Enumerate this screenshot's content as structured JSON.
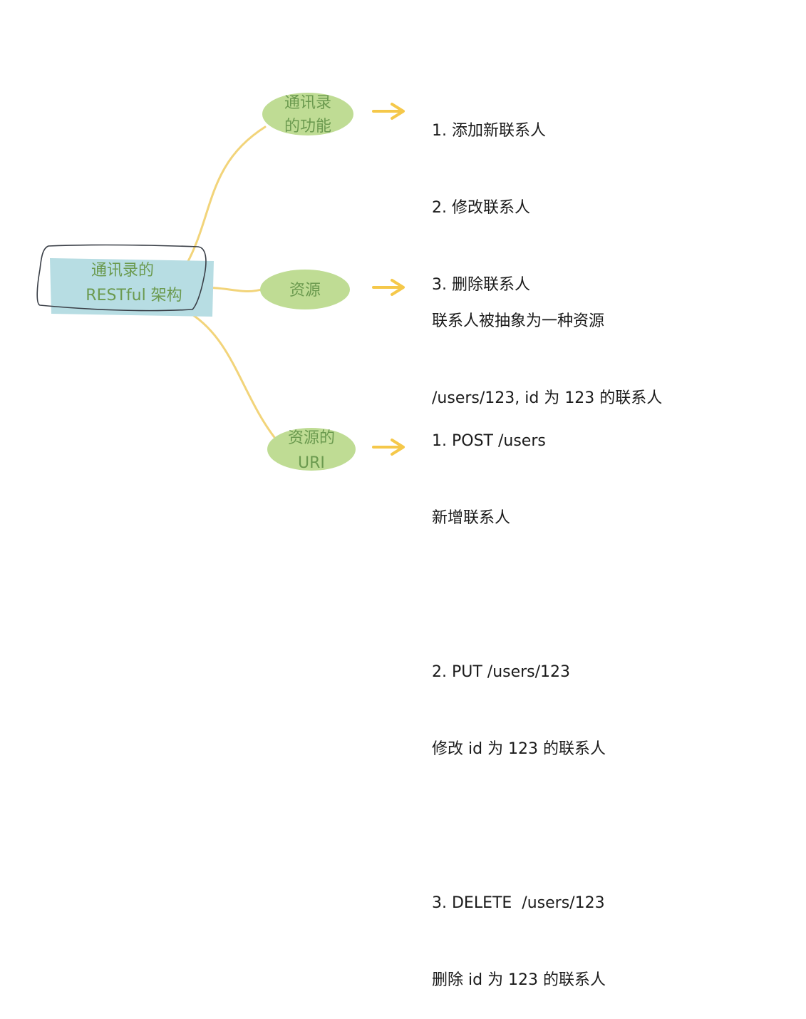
{
  "colors": {
    "root_fill": "#b7dde3",
    "root_outline": "#3a3f47",
    "branch_line": "#f2d47a",
    "node_fill": "#bfdc94",
    "node_text": "#6b9a4f",
    "arrow": "#f5c84a",
    "detail_text": "#1a1a1a"
  },
  "root": {
    "line1": "通讯录的",
    "line2": "RESTful 架构"
  },
  "branches": [
    {
      "label_lines": [
        "通讯录",
        "的功能"
      ],
      "details": [
        "1. 添加新联系人",
        "2. 修改联系人",
        "3. 删除联系人"
      ]
    },
    {
      "label_lines": [
        "资源"
      ],
      "details": [
        "联系人被抽象为一种资源",
        "/users/123, id 为 123 的联系人"
      ]
    },
    {
      "label_lines": [
        "资源的",
        "URI"
      ],
      "details": [
        "1. POST /users",
        "新增联系人",
        "",
        "2. PUT /users/123",
        "修改 id 为 123 的联系人",
        "",
        "3. DELETE  /users/123",
        "删除 id 为 123 的联系人"
      ]
    }
  ]
}
